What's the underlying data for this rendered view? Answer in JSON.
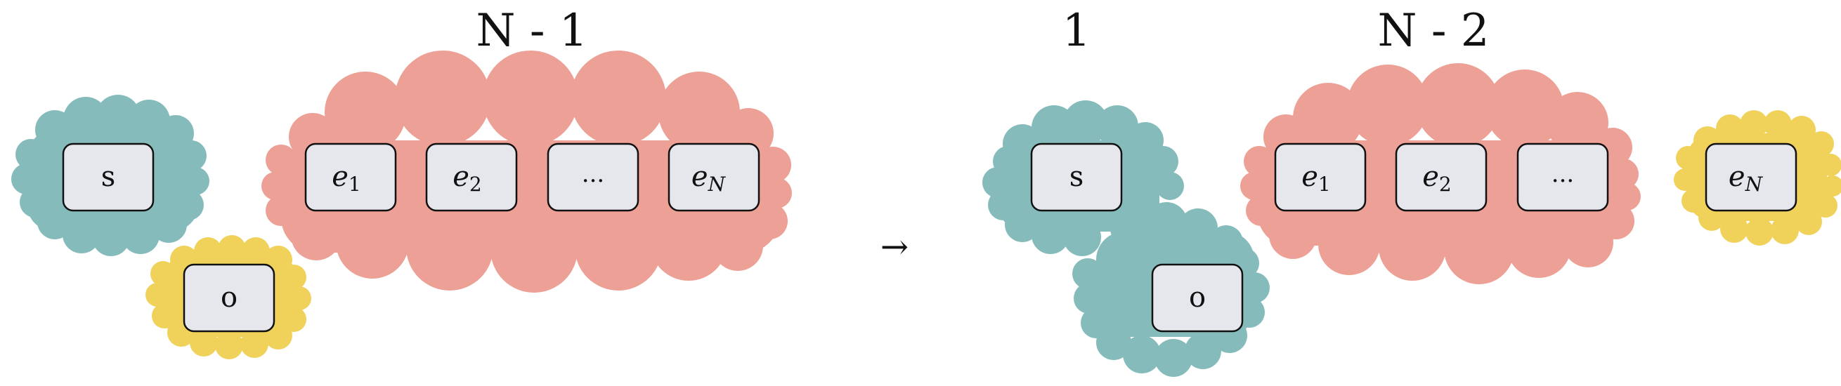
{
  "colors": {
    "teal": "#85bcbb",
    "salmon": "#eda095",
    "yellow": "#f0d25b",
    "box_fill": "#e6e7ec",
    "box_stroke": "#111111"
  },
  "left": {
    "count_label": "N - 1",
    "s_label": "s",
    "o_label": "o",
    "e1": {
      "base": "e",
      "sub": "1"
    },
    "e2": {
      "base": "e",
      "sub": "2"
    },
    "ellipsis": "...",
    "eN": {
      "base": "e",
      "sub": "N"
    }
  },
  "arrow": "→",
  "right": {
    "count_one": "1",
    "count_label": "N - 2",
    "s_label": "s",
    "o_label": "o",
    "e1": {
      "base": "e",
      "sub": "1"
    },
    "e2": {
      "base": "e",
      "sub": "2"
    },
    "ellipsis": "...",
    "eN": {
      "base": "e",
      "sub": "N"
    }
  }
}
